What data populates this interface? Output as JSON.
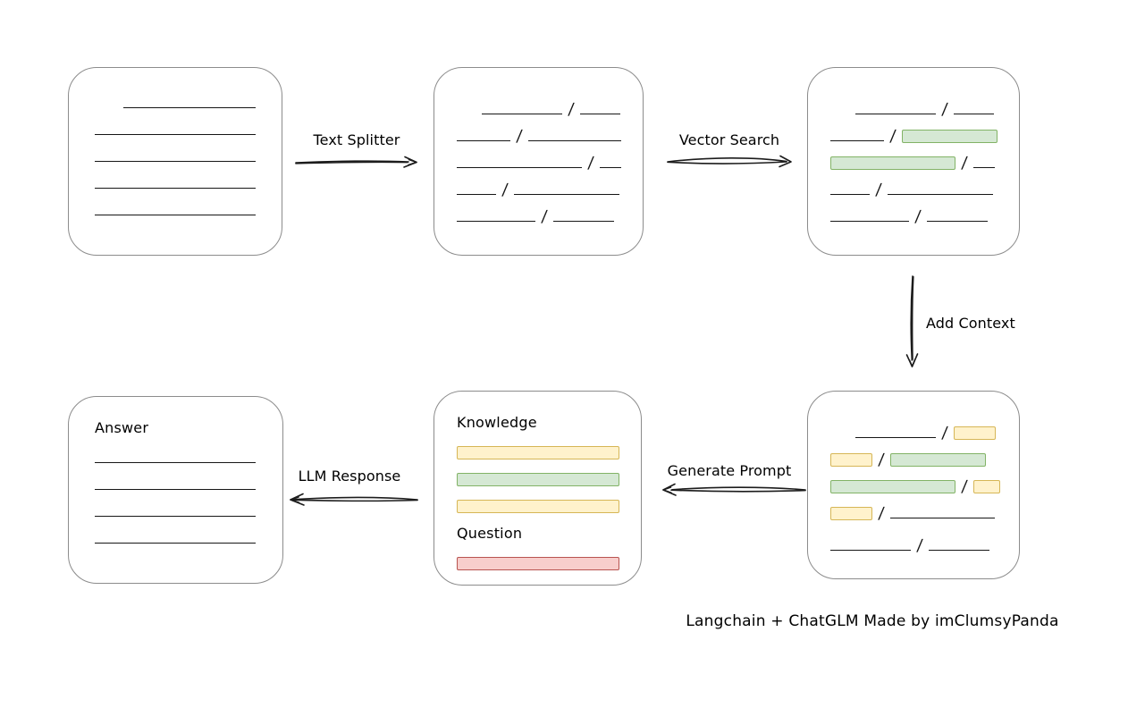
{
  "diagram": {
    "caption": "Langchain + ChatGLM Made by imClumsyPanda",
    "slash_char": "/",
    "colors": {
      "green_fill": "#d5e8d4",
      "green_border": "#82b366",
      "yellow_fill": "#fff2cc",
      "yellow_border": "#d6b656",
      "red_fill": "#f8cecc",
      "red_border": "#b85450",
      "line": "#161616",
      "box_border": "#8c8c8c"
    },
    "arrows": {
      "text_splitter": {
        "label": "Text Splitter"
      },
      "vector_search": {
        "label": "Vector Search"
      },
      "add_context": {
        "label": "Add Context"
      },
      "generate_prompt": {
        "label": "Generate Prompt"
      },
      "llm_response": {
        "label": "LLM Response"
      }
    },
    "nodes": [
      {
        "name": "document-box",
        "rows": [
          {
            "type": "segments",
            "h": 30,
            "indent": 32,
            "items": [
              {
                "k": "line",
                "w": 148
              }
            ]
          },
          {
            "type": "segments",
            "h": 30,
            "items": [
              {
                "k": "line",
                "w": 180
              }
            ]
          },
          {
            "type": "segments",
            "h": 30,
            "items": [
              {
                "k": "line",
                "w": 180
              }
            ]
          },
          {
            "type": "segments",
            "h": 30,
            "items": [
              {
                "k": "line",
                "w": 180
              }
            ]
          },
          {
            "type": "segments",
            "h": 30,
            "items": [
              {
                "k": "line",
                "w": 180
              }
            ]
          }
        ]
      },
      {
        "name": "split-chunks-box",
        "rows": [
          {
            "type": "segments",
            "h": 30,
            "indent": 28,
            "items": [
              {
                "k": "line",
                "w": 90
              },
              {
                "k": "slash"
              },
              {
                "k": "line",
                "w": 45
              }
            ]
          },
          {
            "type": "segments",
            "h": 30,
            "items": [
              {
                "k": "line",
                "w": 60
              },
              {
                "k": "slash"
              },
              {
                "k": "line",
                "w": 104
              }
            ]
          },
          {
            "type": "segments",
            "h": 30,
            "items": [
              {
                "k": "line",
                "w": 140
              },
              {
                "k": "slash"
              },
              {
                "k": "line",
                "w": 24
              }
            ]
          },
          {
            "type": "segments",
            "h": 30,
            "items": [
              {
                "k": "line",
                "w": 44
              },
              {
                "k": "slash"
              },
              {
                "k": "line",
                "w": 118
              }
            ]
          },
          {
            "type": "segments",
            "h": 30,
            "items": [
              {
                "k": "line",
                "w": 88
              },
              {
                "k": "slash"
              },
              {
                "k": "line",
                "w": 68
              }
            ]
          }
        ]
      },
      {
        "name": "vector-search-result-box",
        "rows": [
          {
            "type": "segments",
            "h": 30,
            "indent": 28,
            "items": [
              {
                "k": "line",
                "w": 90
              },
              {
                "k": "slash"
              },
              {
                "k": "line",
                "w": 45
              }
            ]
          },
          {
            "type": "segments",
            "h": 30,
            "items": [
              {
                "k": "line",
                "w": 60
              },
              {
                "k": "slash"
              },
              {
                "k": "bar",
                "c": "green",
                "w": 107
              }
            ]
          },
          {
            "type": "segments",
            "h": 30,
            "items": [
              {
                "k": "bar",
                "c": "green",
                "w": 140
              },
              {
                "k": "slash"
              },
              {
                "k": "line",
                "w": 24
              }
            ]
          },
          {
            "type": "segments",
            "h": 30,
            "items": [
              {
                "k": "line",
                "w": 44
              },
              {
                "k": "slash"
              },
              {
                "k": "line",
                "w": 118
              }
            ]
          },
          {
            "type": "segments",
            "h": 30,
            "items": [
              {
                "k": "line",
                "w": 88
              },
              {
                "k": "slash"
              },
              {
                "k": "line",
                "w": 68
              }
            ]
          }
        ]
      },
      {
        "name": "context-chunks-box",
        "rows": [
          {
            "type": "segments",
            "h": 30,
            "indent": 28,
            "items": [
              {
                "k": "line",
                "w": 90
              },
              {
                "k": "slash"
              },
              {
                "k": "bar",
                "c": "yellow",
                "w": 47
              }
            ]
          },
          {
            "type": "segments",
            "h": 30,
            "items": [
              {
                "k": "bar",
                "c": "yellow",
                "w": 47
              },
              {
                "k": "slash"
              },
              {
                "k": "bar",
                "c": "green",
                "w": 107
              }
            ]
          },
          {
            "type": "segments",
            "h": 30,
            "items": [
              {
                "k": "bar",
                "c": "green",
                "w": 140
              },
              {
                "k": "slash"
              },
              {
                "k": "bar",
                "c": "yellow",
                "w": 30
              }
            ]
          },
          {
            "type": "segments",
            "h": 30,
            "items": [
              {
                "k": "bar",
                "c": "yellow",
                "w": 47
              },
              {
                "k": "slash"
              },
              {
                "k": "line",
                "w": 117
              }
            ]
          },
          {
            "type": "segments",
            "h": 36,
            "items": [
              {
                "k": "line",
                "w": 90
              },
              {
                "k": "slash"
              },
              {
                "k": "line",
                "w": 68
              }
            ]
          }
        ]
      },
      {
        "name": "prompt-box",
        "rows": [
          {
            "type": "text",
            "value": "Knowledge",
            "h": 18
          },
          {
            "type": "segments",
            "h": 30,
            "items": [
              {
                "k": "bar",
                "c": "yellow",
                "w": 182
              }
            ]
          },
          {
            "type": "segments",
            "h": 30,
            "items": [
              {
                "k": "bar",
                "c": "green",
                "w": 182
              }
            ]
          },
          {
            "type": "segments",
            "h": 30,
            "items": [
              {
                "k": "bar",
                "c": "yellow",
                "w": 182
              }
            ]
          },
          {
            "type": "text",
            "value": "Question",
            "h": 34
          },
          {
            "type": "segments",
            "h": 30,
            "items": [
              {
                "k": "bar",
                "c": "red",
                "w": 182
              }
            ]
          }
        ]
      },
      {
        "name": "answer-box",
        "rows": [
          {
            "type": "text",
            "value": "Answer",
            "h": 18
          },
          {
            "type": "segments",
            "h": 30,
            "items": [
              {
                "k": "line",
                "w": 180
              }
            ]
          },
          {
            "type": "segments",
            "h": 30,
            "items": [
              {
                "k": "line",
                "w": 180
              }
            ]
          },
          {
            "type": "segments",
            "h": 30,
            "items": [
              {
                "k": "line",
                "w": 180
              }
            ]
          },
          {
            "type": "segments",
            "h": 30,
            "items": [
              {
                "k": "line",
                "w": 180
              }
            ]
          }
        ]
      }
    ]
  }
}
